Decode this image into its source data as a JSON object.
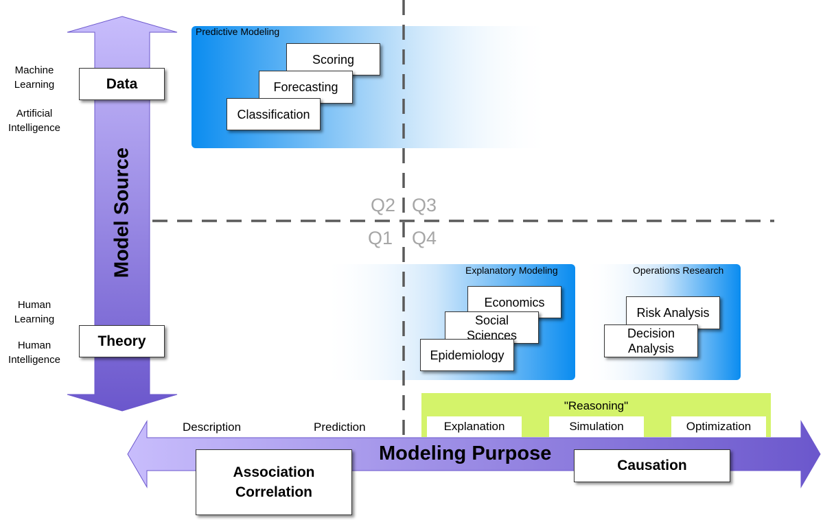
{
  "vertical_axis": {
    "title": "Model Source",
    "top_box": "Data",
    "bottom_box": "Theory",
    "top_notes": [
      "Machine\nLearning",
      "Artificial\nIntelligence"
    ],
    "bottom_notes": [
      "Human\nLearning",
      "Human\nIntelligence"
    ]
  },
  "horizontal_axis": {
    "title": "Modeling Purpose",
    "labels": [
      "Description",
      "Prediction"
    ],
    "left_box": "Association\nCorrelation",
    "right_box": "Causation"
  },
  "reasoning": {
    "title": "\"Reasoning\"",
    "items": [
      "Explanation",
      "Simulation",
      "Optimization"
    ]
  },
  "quadrants": [
    "Q2",
    "Q3",
    "Q1",
    "Q4"
  ],
  "panels": {
    "predictive": {
      "label": "Predictive Modeling",
      "items": [
        "Scoring",
        "Forecasting",
        "Classification"
      ]
    },
    "explanatory": {
      "label": "Explanatory Modeling",
      "items": [
        "Economics",
        "Social\nSciences",
        "Epidemiology"
      ]
    },
    "operations": {
      "label": "Operations Research",
      "items": [
        "Risk Analysis",
        "Decision\nAnalysis"
      ]
    }
  },
  "colors": {
    "arrow_purple_light": "#c4b8fb",
    "arrow_purple_dark": "#6f5bd0",
    "panel_blue": "#0a8cf0",
    "reasoning_green": "#d4f36a",
    "quadrant_gray": "#a6a6a6",
    "dashed_line": "#5a5a5a"
  }
}
